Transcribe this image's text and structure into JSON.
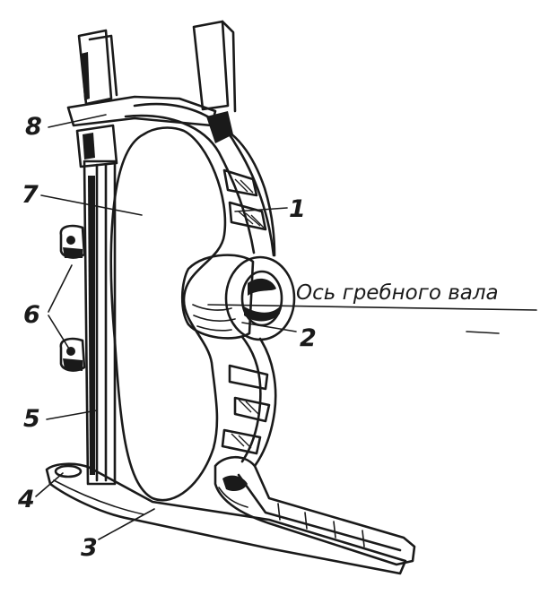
{
  "diagram": {
    "labels": {
      "n1": "1",
      "n2": "2",
      "n3": "3",
      "n4": "4",
      "n5": "5",
      "n6": "6",
      "n7": "7",
      "n8": "8"
    },
    "axis_label": "Ось гребного вала"
  }
}
